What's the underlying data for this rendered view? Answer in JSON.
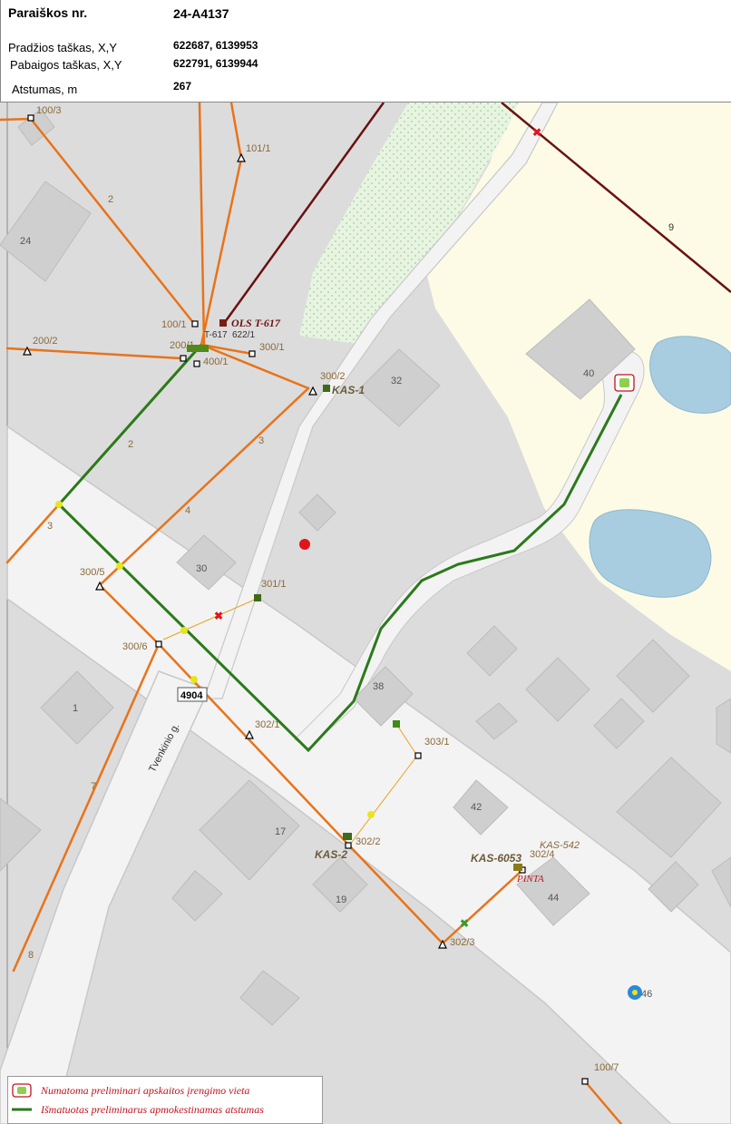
{
  "info": {
    "application_label": "Paraiškos nr.",
    "application_value": "24-A4137",
    "start_label": "Pradžios taškas, X,Y",
    "start_value": "622687, 6139953",
    "end_label": "Pabaigos taškas, X,Y",
    "end_value": "622791, 6139944",
    "distance_label": "Atstumas, m",
    "distance_value": "267"
  },
  "map": {
    "pole_labels": [
      "100/3",
      "101/1",
      "2",
      "200/2",
      "100/1",
      "T-617",
      "622/1",
      "200/1",
      "400/1",
      "300/1",
      "300/2",
      "2",
      "3",
      "4",
      "3",
      "300/5",
      "300/6",
      "301/1",
      "302/1",
      "303/1",
      "302/2",
      "302/4",
      "302/3",
      "7",
      "8",
      "100/7",
      "9"
    ],
    "substation_labels": [
      "OLS T-617",
      "KAS-1",
      "KAS-2",
      "KAS-6053",
      "KAS-542"
    ],
    "building_numbers": [
      "24",
      "32",
      "40",
      "30",
      "1",
      "38",
      "42",
      "17",
      "19",
      "44",
      "46"
    ],
    "street_name": "Tvenkinio g.",
    "road_badge": "4904",
    "pinta_label": "PINTA"
  },
  "legend": {
    "meter_location": "Numatoma preliminari apskaitos įrengimo vieta",
    "measured_distance": "Išmatuotas preliminarus apmokestinamas atstumas"
  },
  "colors": {
    "line_orange": "#e8731a",
    "line_green": "#2b7a1a",
    "line_dark_red": "#6b1010",
    "water": "#a8cde0",
    "yard": "#fdfbe6",
    "meadow": "#e0f0dc",
    "road": "#f2f2f2",
    "building": "#cfcfcf",
    "ground": "#dedede",
    "legend_text": "#c0151c"
  }
}
